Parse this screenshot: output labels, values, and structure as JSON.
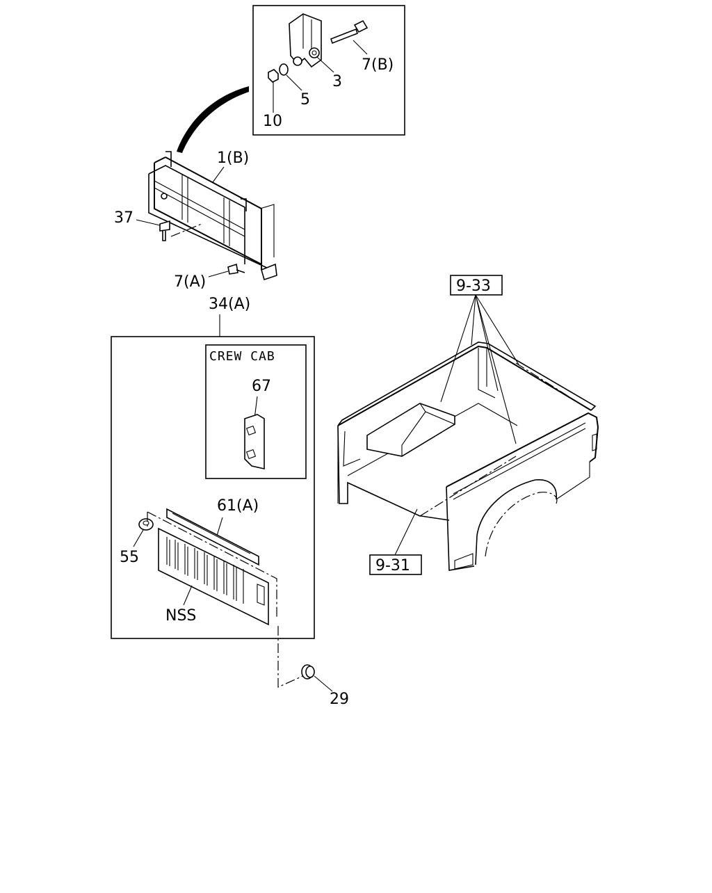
{
  "labels": {
    "p3": "3",
    "p5": "5",
    "p10": "10",
    "p7b": "7(B)",
    "p1b": "1(B)",
    "p37": "37",
    "p7a": "7(A)",
    "p34a": "34(A)",
    "p67": "67",
    "p61a": "61(A)",
    "p55": "55",
    "nss": "NSS",
    "p29": "29",
    "ref933": "9-33",
    "ref931": "9-31"
  },
  "insets": {
    "crew_cab_title": "CREW CAB"
  }
}
